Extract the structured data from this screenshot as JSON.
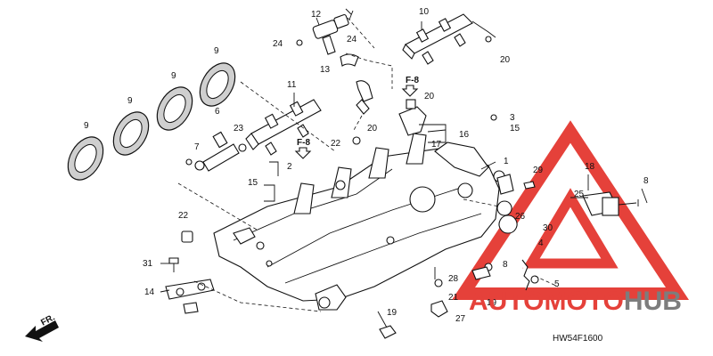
{
  "diagram": {
    "code": "HW54F1600",
    "front_marker": "FR.",
    "ref_labels": [
      "F-8",
      "F-8"
    ],
    "watermark": {
      "text_part1": "AUTO",
      "text_part2": "MOTO",
      "text_part3": "HUB",
      "color_red": "#e5413a",
      "color_gray": "#7d7d7d"
    },
    "callouts": {
      "c1": "1",
      "c2": "2",
      "c3": "3",
      "c4": "4",
      "c5": "5",
      "c6": "6",
      "c7": "7",
      "c8a": "8",
      "c8b": "8",
      "c9a": "9",
      "c9b": "9",
      "c9c": "9",
      "c9d": "9",
      "c10": "10",
      "c11": "11",
      "c12": "12",
      "c13": "13",
      "c14": "14",
      "c15a": "15",
      "c15b": "15",
      "c16": "16",
      "c17": "17",
      "c18": "18",
      "c19a": "19",
      "c19b": "19",
      "c20a": "20",
      "c20b": "20",
      "c20c": "20",
      "c21": "21",
      "c22a": "22",
      "c22b": "22",
      "c23": "23",
      "c24a": "24",
      "c24b": "24",
      "c25": "25",
      "c26": "26",
      "c27": "27",
      "c28": "28",
      "c29": "29",
      "c30": "30",
      "c31": "31"
    }
  }
}
